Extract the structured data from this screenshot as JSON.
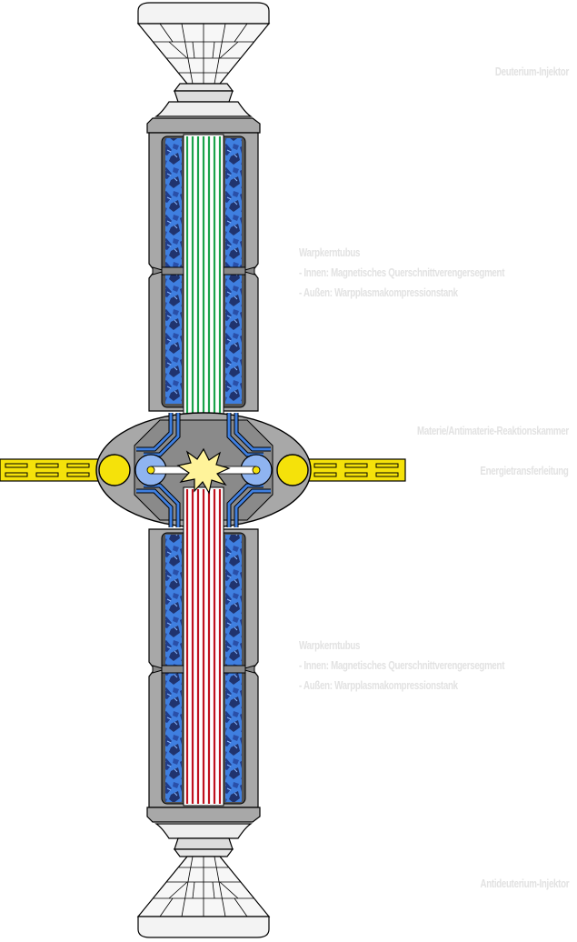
{
  "labels": {
    "deuterium_injector": "Deuterium-Injektor",
    "warp_core_upper": {
      "title": "Warpkerntubus",
      "inner": "- Innen: Magnetisches Querschnittverengersegment",
      "outer": "- Außen: Warpplasmakompressionstank"
    },
    "reaction_chamber": "Materie/Antimaterie-Reaktionskammer",
    "energy_transfer": "Energietransferleitung",
    "warp_core_lower": {
      "title": "Warpkerntubus",
      "inner": "- Innen: Magnetisches Querschnittverengersegment",
      "outer": "- Außen: Warpplasmakompressionstank"
    },
    "antideuterium_injector": "Antideuterium-Injektor"
  },
  "colors": {
    "label_text": "#e2e2e2",
    "deuterium_stream": "#1aa34a",
    "antideuterium_stream": "#c0121e",
    "plasma_tank": "#3f7fe0",
    "casing": "#a8a8a8",
    "energy_conduit": "#f5e20a"
  }
}
